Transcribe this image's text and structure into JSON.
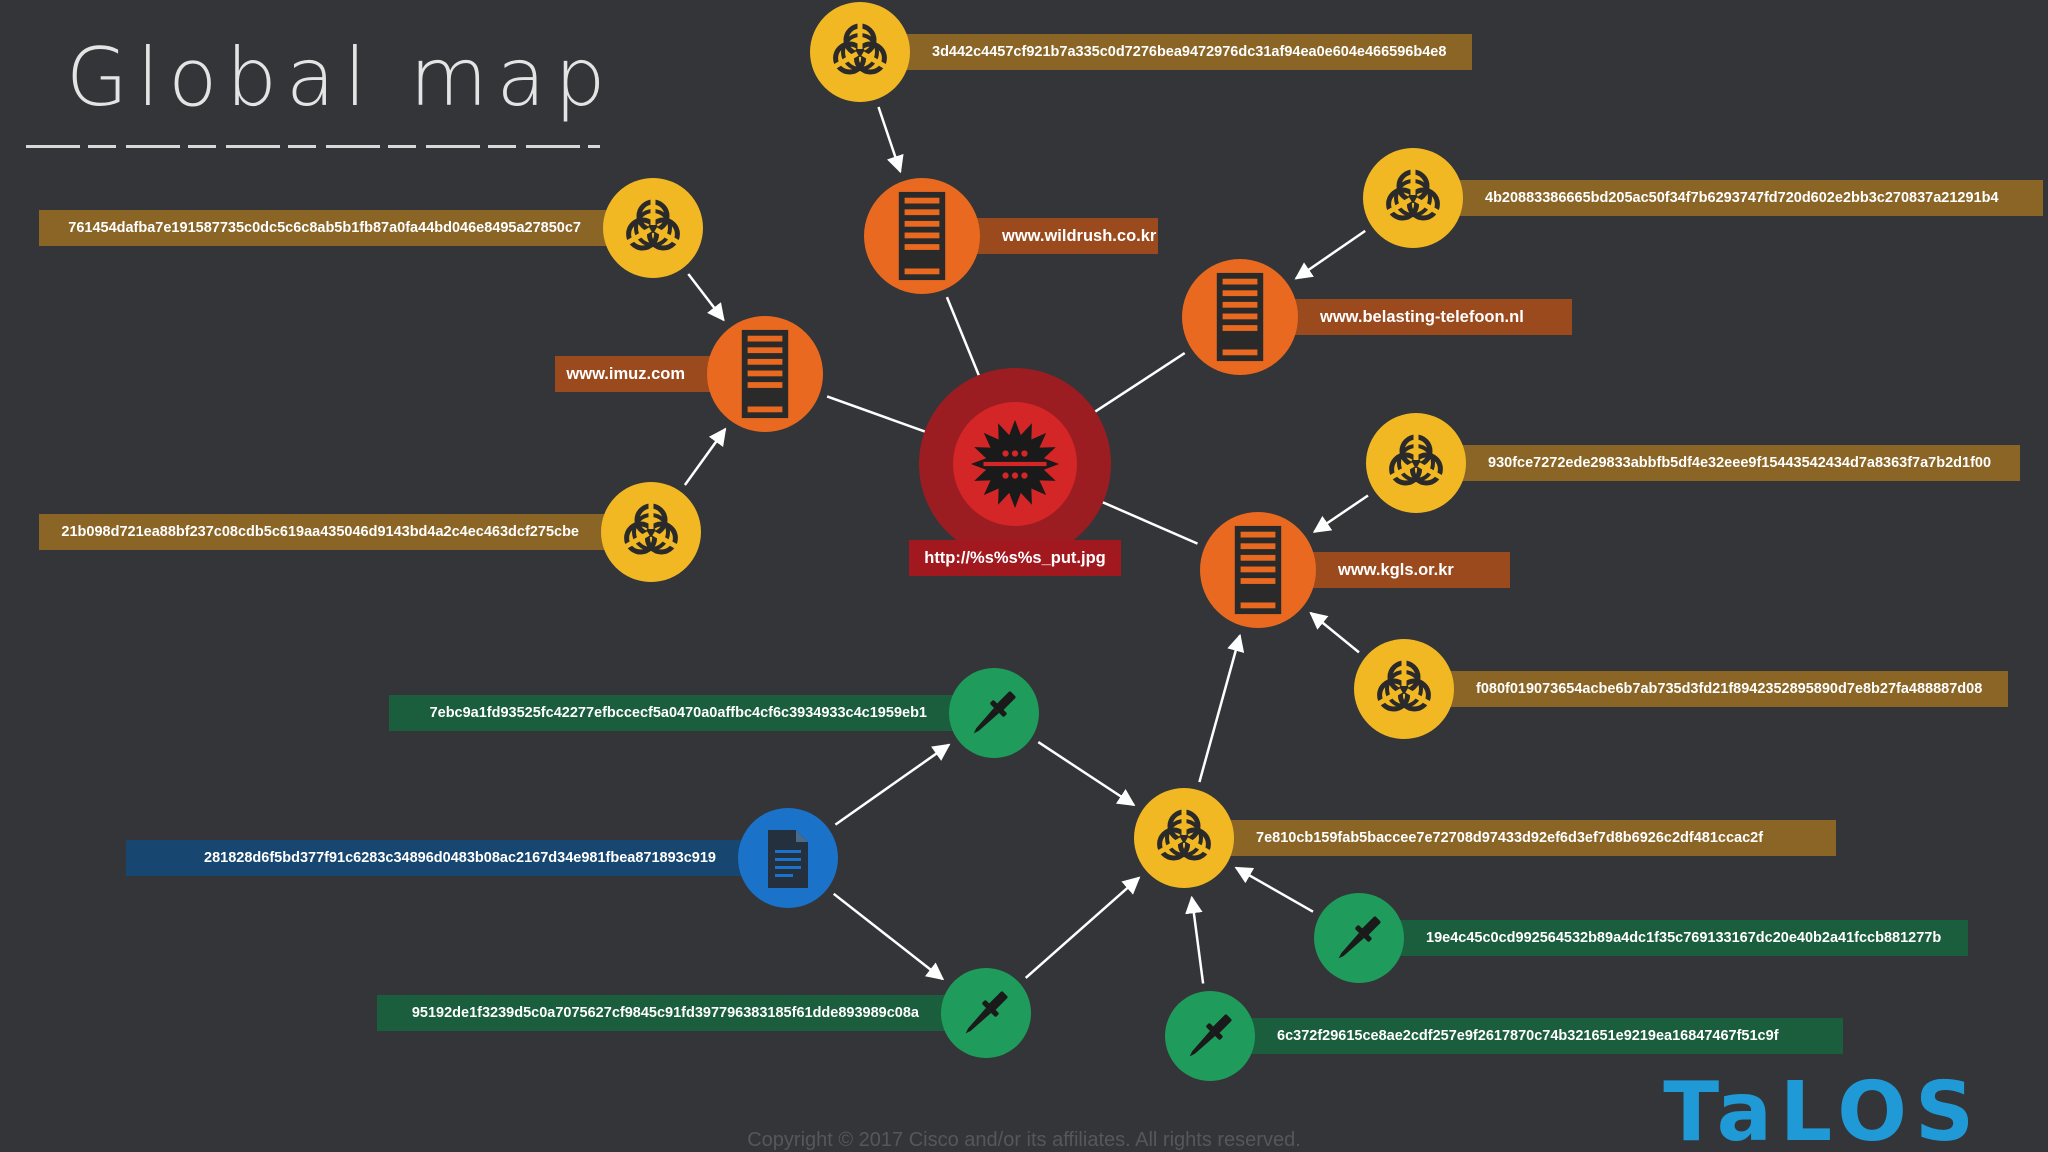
{
  "title": "Global map",
  "copyright": "Copyright © 2017 Cisco and/or its affiliates. All rights reserved.",
  "brand": "TaLOS",
  "colors": {
    "background": "#333538",
    "sample": "#f2b824",
    "sample_label": "#8a6526",
    "server": "#e8691f",
    "server_label": "#9b4a1e",
    "payload": "#d42626",
    "payload_halo": "#9b1d22",
    "payload_label": "#a1181f",
    "dropper": "#1f9c5b",
    "dropper_label": "#1a5e3e",
    "document": "#1a73c8",
    "document_label": "#174770",
    "text": "#ffffff",
    "brand": "#1f9ad6"
  },
  "nodes": [
    {
      "id": "payload",
      "type": "payload",
      "icon": "malware-icon",
      "label": "http://%s%s%s_put.jpg"
    },
    {
      "id": "srv-wildrush",
      "type": "server",
      "icon": "server-icon",
      "label": "www.wildrush.co.kr"
    },
    {
      "id": "srv-imuz",
      "type": "server",
      "icon": "server-icon",
      "label": "www.imuz.com"
    },
    {
      "id": "srv-belasting",
      "type": "server",
      "icon": "server-icon",
      "label": "www.belasting-telefoon.nl"
    },
    {
      "id": "srv-kgls",
      "type": "server",
      "icon": "server-icon",
      "label": "www.kgls.or.kr"
    },
    {
      "id": "s-3d44",
      "type": "sample",
      "icon": "biohazard-icon",
      "label": "3d442c4457cf921b7a335c0d7276bea9472976dc31af94ea0e604e466596b4e8"
    },
    {
      "id": "s-7614",
      "type": "sample",
      "icon": "biohazard-icon",
      "label": "761454dafba7e191587735c0dc5c6c8ab5b1fb87a0fa44bd046e8495a27850c7"
    },
    {
      "id": "s-21b0",
      "type": "sample",
      "icon": "biohazard-icon",
      "label": "21b098d721ea88bf237c08cdb5c619aa435046d9143bd4a2c4ec463dcf275cbe"
    },
    {
      "id": "s-4b20",
      "type": "sample",
      "icon": "biohazard-icon",
      "label": "4b20883386665bd205ac50f34f7b6293747fd720d602e2bb3c270837a21291b4"
    },
    {
      "id": "s-930f",
      "type": "sample",
      "icon": "biohazard-icon",
      "label": "930fce7272ede29833abbfb5df4e32eee9f15443542434d7a8363f7a7b2d1f00"
    },
    {
      "id": "s-f080",
      "type": "sample",
      "icon": "biohazard-icon",
      "label": "f080f019073654acbe6b7ab735d3fd21f8942352895890d7e8b27fa488887d08"
    },
    {
      "id": "s-7e81",
      "type": "sample",
      "icon": "biohazard-icon",
      "label": "7e810cb159fab5baccee7e72708d97433d92ef6d3ef7d8b6926c2df481ccac2f"
    },
    {
      "id": "d-7ebc",
      "type": "dropper",
      "icon": "dropper-icon",
      "label": "7ebc9a1fd93525fc42277efbccecf5a0470a0affbc4cf6c3934933c4c1959eb1"
    },
    {
      "id": "d-9519",
      "type": "dropper",
      "icon": "dropper-icon",
      "label": "95192de1f3239d5c0a7075627cf9845c91fd397796383185f61dde893989c08a"
    },
    {
      "id": "d-19e4",
      "type": "dropper",
      "icon": "dropper-icon",
      "label": "19e4c45c0cd992564532b89a4dc1f35c769133167dc20e40b2a41fccb881277b"
    },
    {
      "id": "d-6c37",
      "type": "dropper",
      "icon": "dropper-icon",
      "label": "6c372f29615ce8ae2cdf257e9f2617870c74b321651e9219ea16847467f51c9f"
    },
    {
      "id": "doc-2818",
      "type": "document",
      "icon": "document-icon",
      "label": "281828d6f5bd377f91c6283c34896d0483b08ac2167d34e981fbea871893c919"
    }
  ],
  "edges": [
    {
      "from": "s-3d44",
      "to": "srv-wildrush"
    },
    {
      "from": "s-7614",
      "to": "srv-imuz"
    },
    {
      "from": "s-21b0",
      "to": "srv-imuz"
    },
    {
      "from": "s-4b20",
      "to": "srv-belasting"
    },
    {
      "from": "s-930f",
      "to": "srv-kgls"
    },
    {
      "from": "s-f080",
      "to": "srv-kgls"
    },
    {
      "from": "srv-wildrush",
      "to": "payload"
    },
    {
      "from": "srv-imuz",
      "to": "payload"
    },
    {
      "from": "srv-belasting",
      "to": "payload"
    },
    {
      "from": "srv-kgls",
      "to": "payload"
    },
    {
      "from": "s-7e81",
      "to": "srv-kgls"
    },
    {
      "from": "doc-2818",
      "to": "d-7ebc"
    },
    {
      "from": "doc-2818",
      "to": "d-9519"
    },
    {
      "from": "d-7ebc",
      "to": "s-7e81"
    },
    {
      "from": "d-9519",
      "to": "s-7e81"
    },
    {
      "from": "d-19e4",
      "to": "s-7e81"
    },
    {
      "from": "d-6c37",
      "to": "s-7e81"
    }
  ]
}
